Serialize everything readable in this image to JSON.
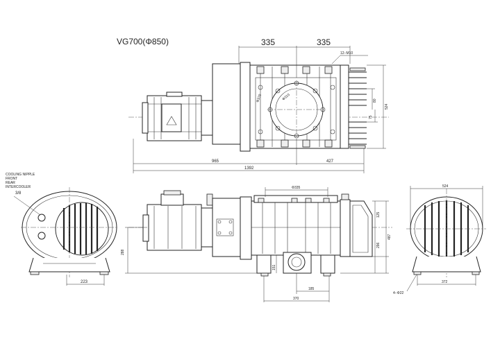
{
  "title": "VG700(Φ850)",
  "top_view": {
    "dim_335_left": "335",
    "dim_335_right": "335",
    "dim_12m10": "12−M10",
    "dim_80": "80",
    "dim_75": "75",
    "dim_524": "524",
    "dim_965": "965",
    "dim_427": "427",
    "dim_1392": "1392",
    "dim_phi": "Φ310",
    "dim_phi2": "Φ370"
  },
  "side_view": {
    "phi335": "Φ335",
    "dim_125": "125",
    "dim_296": "296",
    "dim_487": "487",
    "dim_288": "288",
    "dim_151": "151",
    "dim_185": "185",
    "dim_370": "370"
  },
  "left_view": {
    "note_lines": [
      "COOLING NIPPLE",
      "FRONT",
      "REAR",
      "INTERCOOLER"
    ],
    "note_size": "3/8",
    "dim_223": "223"
  },
  "right_view": {
    "dim_524": "524",
    "dim_372": "372",
    "dim_holes": "4−Φ22"
  }
}
